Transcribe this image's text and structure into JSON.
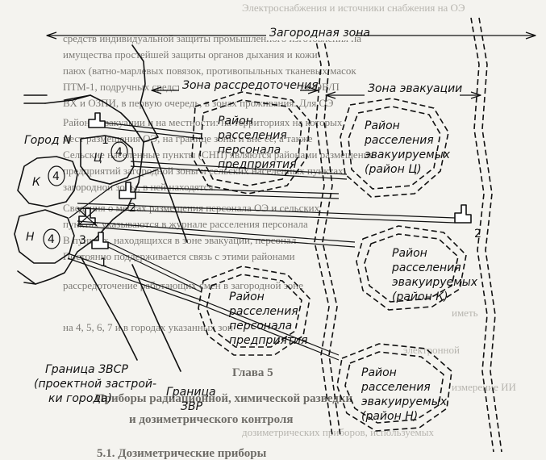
{
  "labels": {
    "zagorodnaya_zona": "Загородная зона",
    "zona_rassredotocheniya": "Зона рассредоточения",
    "zona_evakuatsii": "Зона эвакуации",
    "gorod": "Город N",
    "zone_k": "К",
    "zone_ts": "Ц",
    "zone_n": "Н",
    "category_4": "4",
    "site_1a": "1",
    "site_2a": "2",
    "site_3": "3",
    "site_1b": "1",
    "site_2b": "2",
    "granitsa_zsr_1": "Граница ЗВСР",
    "granitsa_zsr_2": "(проектной застрой-",
    "granitsa_zsr_3": "ки города)",
    "granitsa_zvr_1": "Граница",
    "granitsa_zvr_2": "ЗВР",
    "district_personnel_1": [
      "Район",
      "расселения",
      "персонала",
      "предприятия"
    ],
    "district_evac_ts": [
      "Район",
      "расселения",
      "эвакуируемых",
      "(район Ц)"
    ],
    "district_evac_k": [
      "Район",
      "расселения",
      "эвакуируемых",
      "(район К)"
    ],
    "district_personnel_2": [
      "Район",
      "расселения",
      "персонала",
      "предприятия"
    ],
    "district_evac_n": [
      "Район",
      "расселения",
      "эвакуируемых",
      "(район Н)"
    ]
  },
  "background_text": {
    "top_line": "Электроснабжения и источники снабжения на ОЭ",
    "line1": "средств индивидуальной защиты промышленного изготовления на",
    "line2": "имущества простейшей защиты органов дыхания и кожи",
    "line3": "паюх (ватно-марлевых повязок, противопыльных тканевых масок",
    "line4": "ПТМ-1, подручных средств защиты кожи), а при угрозе ОВ/П",
    "line5": "ВХ и ОЗПИ, в первую очередь, в зонах проживания. Для ОЭ",
    "line6": "Районы эвакуации и на местности: на территориях на которых",
    "line7": "мест размещения ОЭ, на границе зоны и вне ее, а также",
    "line8": "Сельские населенные пункты (СНП) являются районами размещения",
    "line9": "предприятий загородной зоны и сельских населенных пунктах",
    "line10": "загородной зоны, в ней находятся.",
    "line11": "Сведения о местах размещения персонала ОЭ и сельских",
    "line12": "пунктах указываются в журнале расселения персонала",
    "line13": "В пунктах, находящихся в зоне эвакуации, персонал",
    "line14": "Постоянно поддерживается связь с этими районами",
    "line15": "рассредоточение работающих смен в загородной зоне",
    "line16": "на 4, 5, 6, 7 и в городах указанных зон",
    "line17": "Глава 5",
    "line18": "Приборы радиационной, химической разведки",
    "line19": "и дозиметрического контроля",
    "line20": "5.1. Дозиметрические приборы",
    "right1": "иметь",
    "right2": "электронной",
    "right3": "измерение ИИ",
    "right4": "дозиметрических приборов, используемых"
  },
  "colors": {
    "ink": "#111111",
    "paper": "#f4f3ef",
    "faded_text": "#7d7b76"
  }
}
